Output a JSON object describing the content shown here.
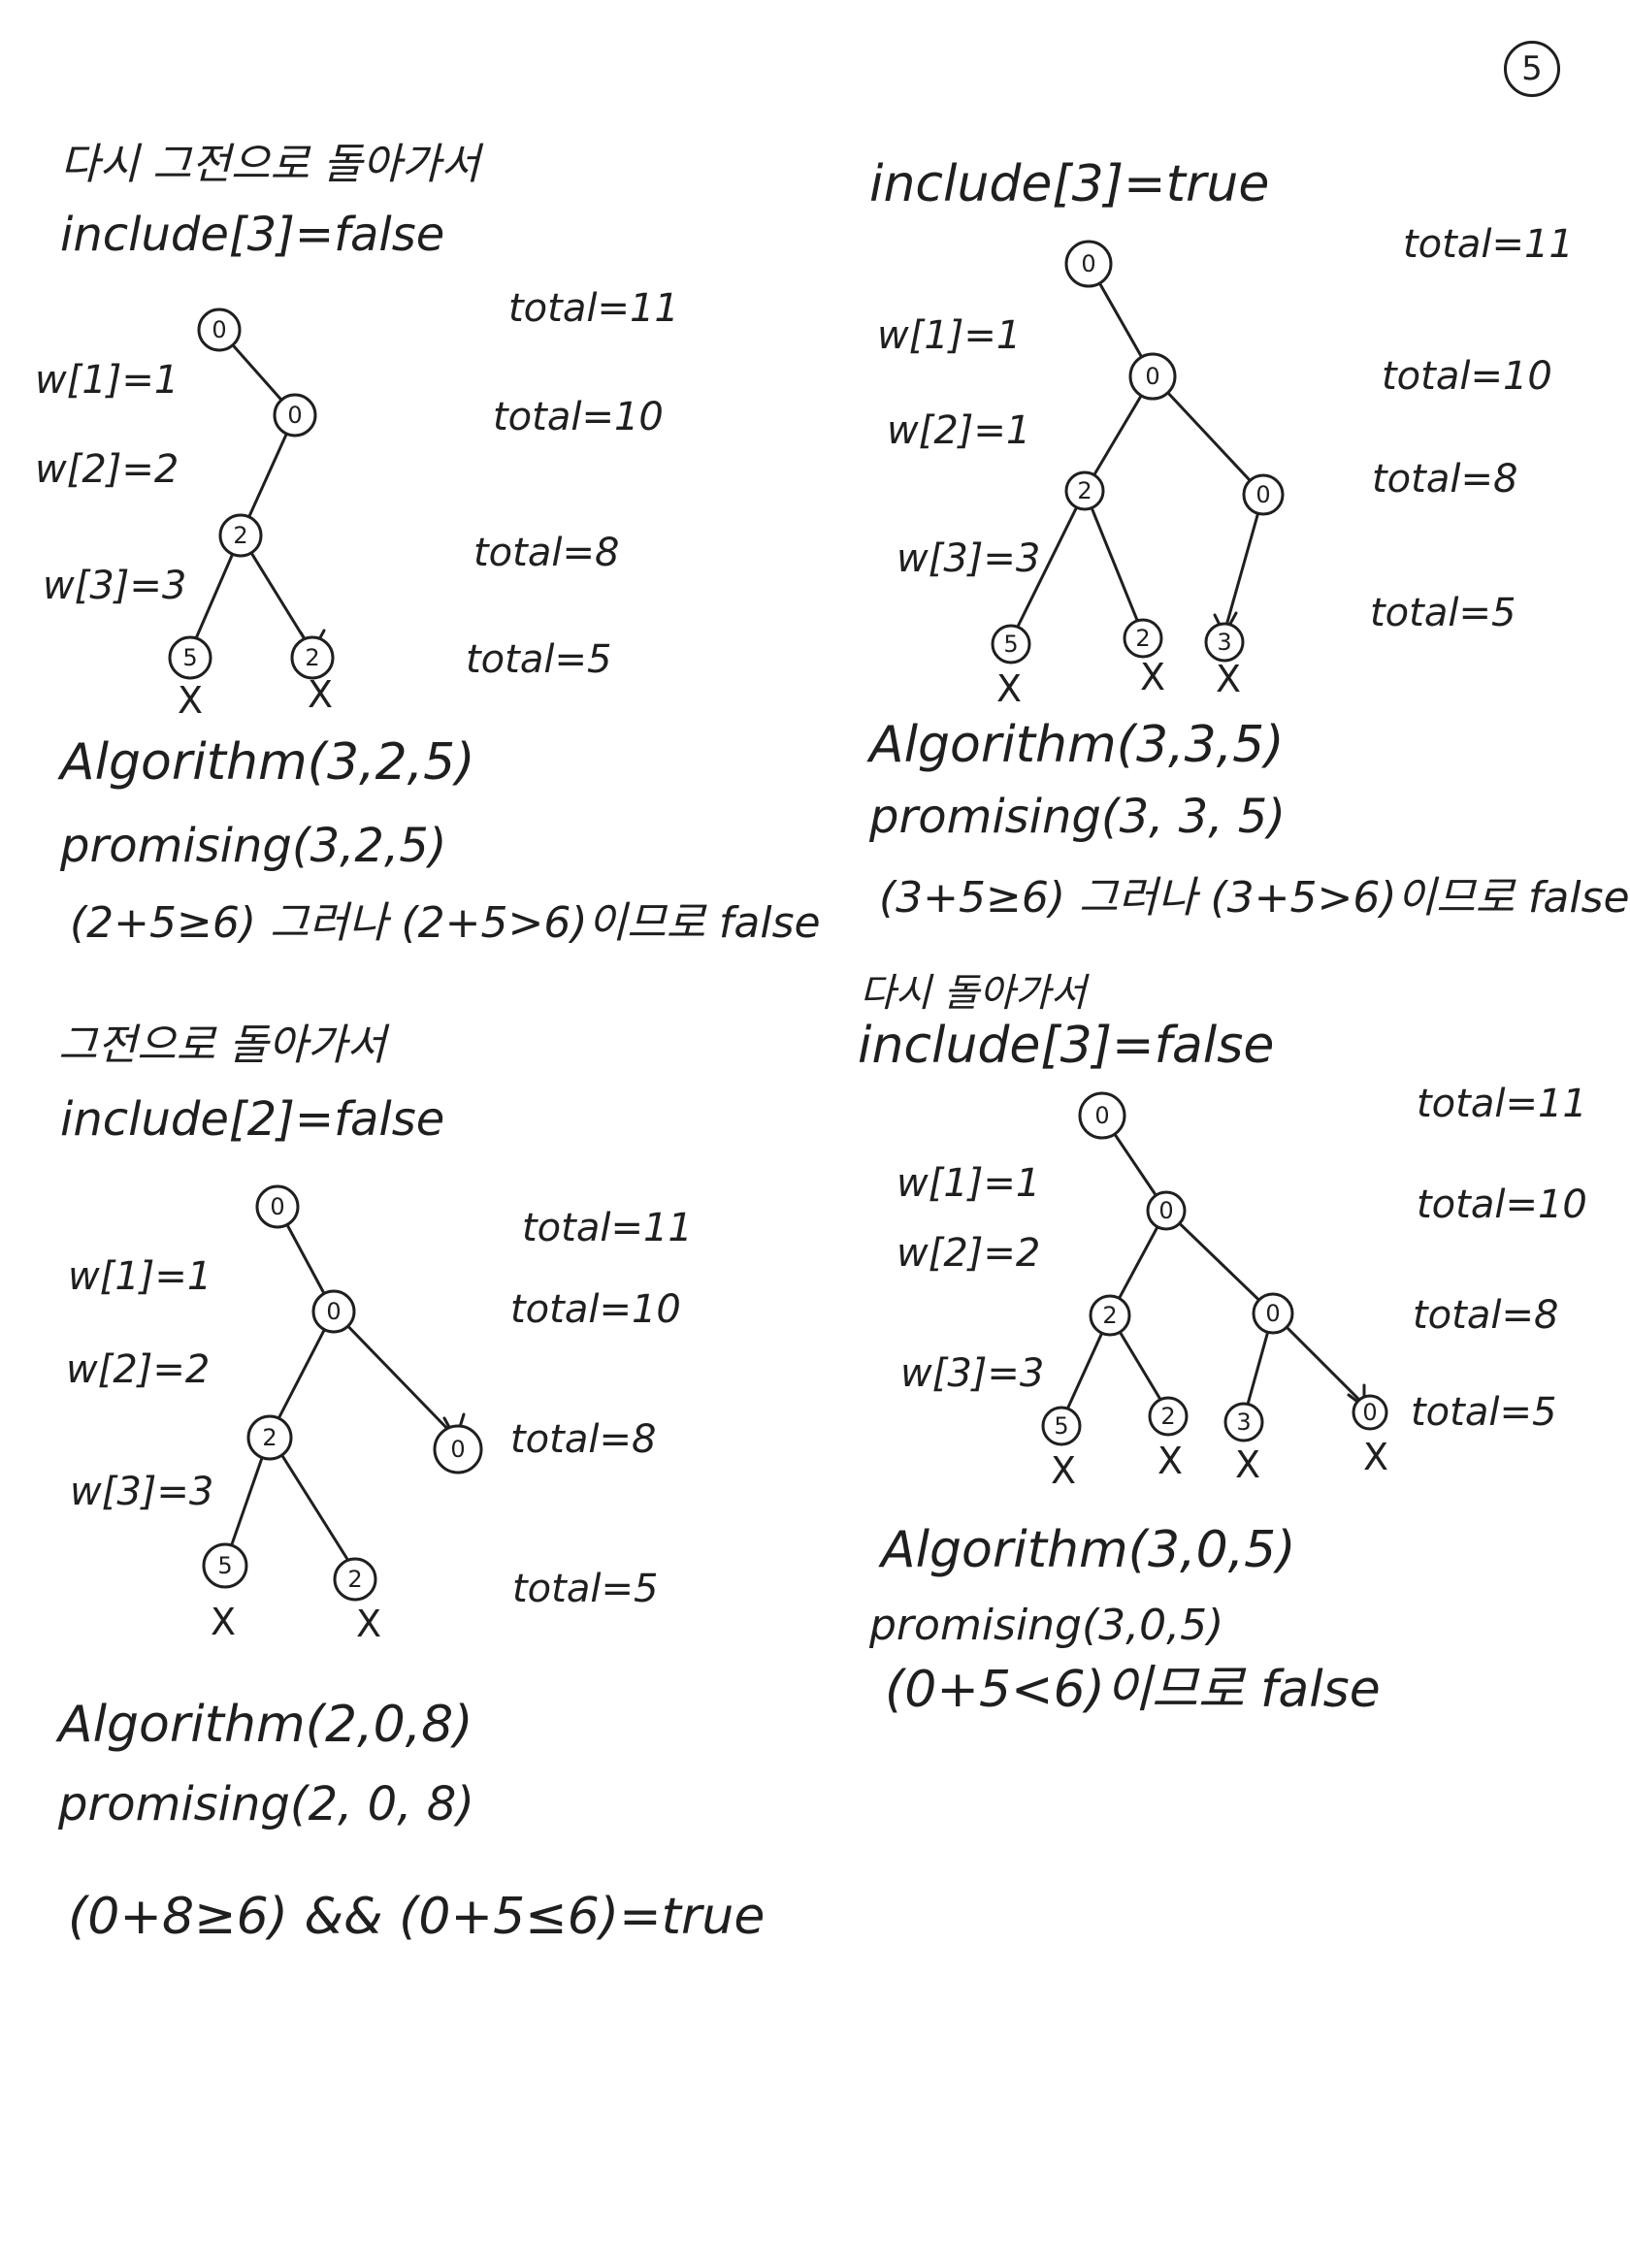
{
  "page_number": "5",
  "sections": [
    {
      "heading": "다시 그전으로 돌아가서",
      "subheading": "include[3]=false",
      "weights": [
        "w[1]=1",
        "w[2]=2",
        "w[3]=3"
      ],
      "totals": [
        "total=11",
        "total=10",
        "total=8",
        "total=5"
      ],
      "nodes": [
        "0",
        "0",
        "2",
        "5",
        "2"
      ],
      "marks": [
        "X",
        "X"
      ],
      "algorithm": "Algorithm(3,2,5)",
      "promising": "promising(3,2,5)",
      "result": "(2+5≥6) 그러나 (2+5>6)이므로 false"
    },
    {
      "heading": "그전으로 돌아가서",
      "subheading": "include[2]=false",
      "weights": [
        "w[1]=1",
        "w[2]=2",
        "w[3]=3"
      ],
      "totals": [
        "total=11",
        "total=10",
        "total=8",
        "total=5"
      ],
      "nodes": [
        "0",
        "0",
        "2",
        "0",
        "5",
        "2"
      ],
      "marks": [
        "X",
        "X"
      ],
      "algorithm": "Algorithm(2,0,8)",
      "promising": "promising(2, 0, 8)",
      "result": "(0+8≥6) && (0+5≤6)=true"
    },
    {
      "subheading": "include[3]=true",
      "weights": [
        "w[1]=1",
        "w[2]=1",
        "w[3]=3"
      ],
      "totals": [
        "total=11",
        "total=10",
        "total=8",
        "total=5"
      ],
      "nodes": [
        "0",
        "0",
        "2",
        "0",
        "5",
        "2",
        "3"
      ],
      "marks": [
        "X",
        "X",
        "X"
      ],
      "algorithm": "Algorithm(3,3,5)",
      "promising": "promising(3, 3, 5)",
      "result": "(3+5≥6) 그러나 (3+5>6)이므로 false"
    },
    {
      "heading": "다시 돌아가서",
      "subheading": "include[3]=false",
      "weights": [
        "w[1]=1",
        "w[2]=2",
        "w[3]=3"
      ],
      "totals": [
        "total=11",
        "total=10",
        "total=8",
        "total=5"
      ],
      "nodes": [
        "0",
        "0",
        "2",
        "0",
        "5",
        "2",
        "3",
        "0"
      ],
      "marks": [
        "X",
        "X",
        "X",
        "X"
      ],
      "algorithm": "Algorithm(3,0,5)",
      "promising": "promising(3,0,5)",
      "result": "(0+5<6)이므로 false"
    }
  ]
}
